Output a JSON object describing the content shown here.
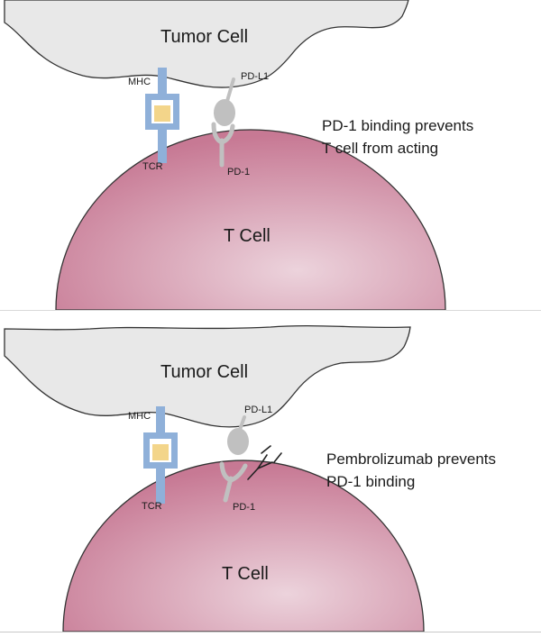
{
  "colors": {
    "tumor_fill": "#e8e8e8",
    "tumor_stroke": "#333333",
    "tcell_center": "#ecd3dc",
    "tcell_edge": "#c77994",
    "receptor_blue": "#8fb0d9",
    "antigen_yellow": "#f3d58a",
    "pd_gray": "#c0c0c0"
  },
  "panels": [
    {
      "tumor_label": "Tumor Cell",
      "tcell_label": "T Cell",
      "mhc_label": "MHC",
      "tcr_label": "TCR",
      "pdl1_label": "PD-L1",
      "pd1_label": "PD-1",
      "caption_line1": "PD-1 binding prevents",
      "caption_line2": "T cell from acting",
      "bound": true
    },
    {
      "tumor_label": "Tumor Cell",
      "tcell_label": "T Cell",
      "mhc_label": "MHC",
      "tcr_label": "TCR",
      "pdl1_label": "PD-L1",
      "pd1_label": "PD-1",
      "caption_line1": "Pembrolizumab prevents",
      "caption_line2": "PD-1 binding",
      "bound": false,
      "drug_icon": "antibody-icon"
    }
  ]
}
